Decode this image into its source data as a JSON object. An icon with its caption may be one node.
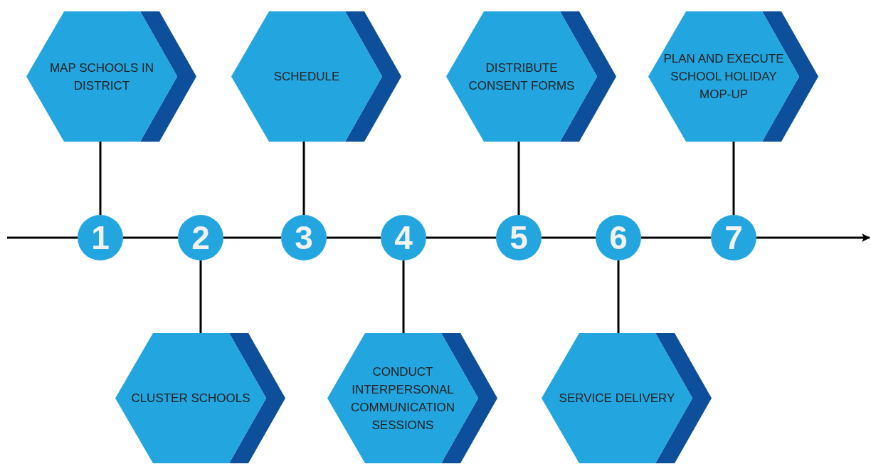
{
  "diagram": {
    "nodes": [
      {
        "text": [
          "1"
        ]
      },
      {
        "text": [
          "2"
        ]
      },
      {
        "text": [
          "3"
        ]
      },
      {
        "text": [
          "4"
        ]
      },
      {
        "text": [
          "5"
        ]
      },
      {
        "text": [
          "6"
        ]
      },
      {
        "text": [
          "7"
        ]
      },
      {
        "text": [
          "MAP SCHOOLS IN DISTRICT"
        ]
      },
      {
        "text": [
          "CLUSTER SCHOOLS"
        ]
      },
      {
        "text": [
          "SCHEDULE"
        ]
      },
      {
        "text": [
          "CONDUCT INTERPERSONAL COMMUNICATION SESSIONS"
        ]
      },
      {
        "text": [
          "DISTRIBUTE CONSENT FORMS"
        ]
      },
      {
        "text": [
          "SERVICE DELIVERY"
        ]
      },
      {
        "text": [
          "PLAN AND EXECUTE SCHOOL HOLIDAY MOP-UP"
        ]
      }
    ],
    "edges": [
      {
        "from": null,
        "to": 0,
        "arrow": "none"
      },
      {
        "from": 0,
        "to": 1,
        "arrow": "none"
      },
      {
        "from": 1,
        "to": 2,
        "arrow": "none"
      },
      {
        "from": 2,
        "to": 3,
        "arrow": "none"
      },
      {
        "from": 3,
        "to": 4,
        "arrow": "none"
      },
      {
        "from": 4,
        "to": 5,
        "arrow": "none"
      },
      {
        "from": 5,
        "to": 6,
        "arrow": "none"
      },
      {
        "from": 6,
        "to": null,
        "arrow": "to"
      },
      {
        "from": 7,
        "to": 0,
        "arrow": "none"
      },
      {
        "from": 1,
        "to": 8,
        "arrow": "none"
      },
      {
        "from": 9,
        "to": 2,
        "arrow": "none"
      },
      {
        "from": 3,
        "to": 10,
        "arrow": "none"
      },
      {
        "from": 11,
        "to": 4,
        "arrow": "none"
      },
      {
        "from": 5,
        "to": 12,
        "arrow": "none"
      },
      {
        "from": 13,
        "to": 6,
        "arrow": "none"
      }
    ]
  }
}
